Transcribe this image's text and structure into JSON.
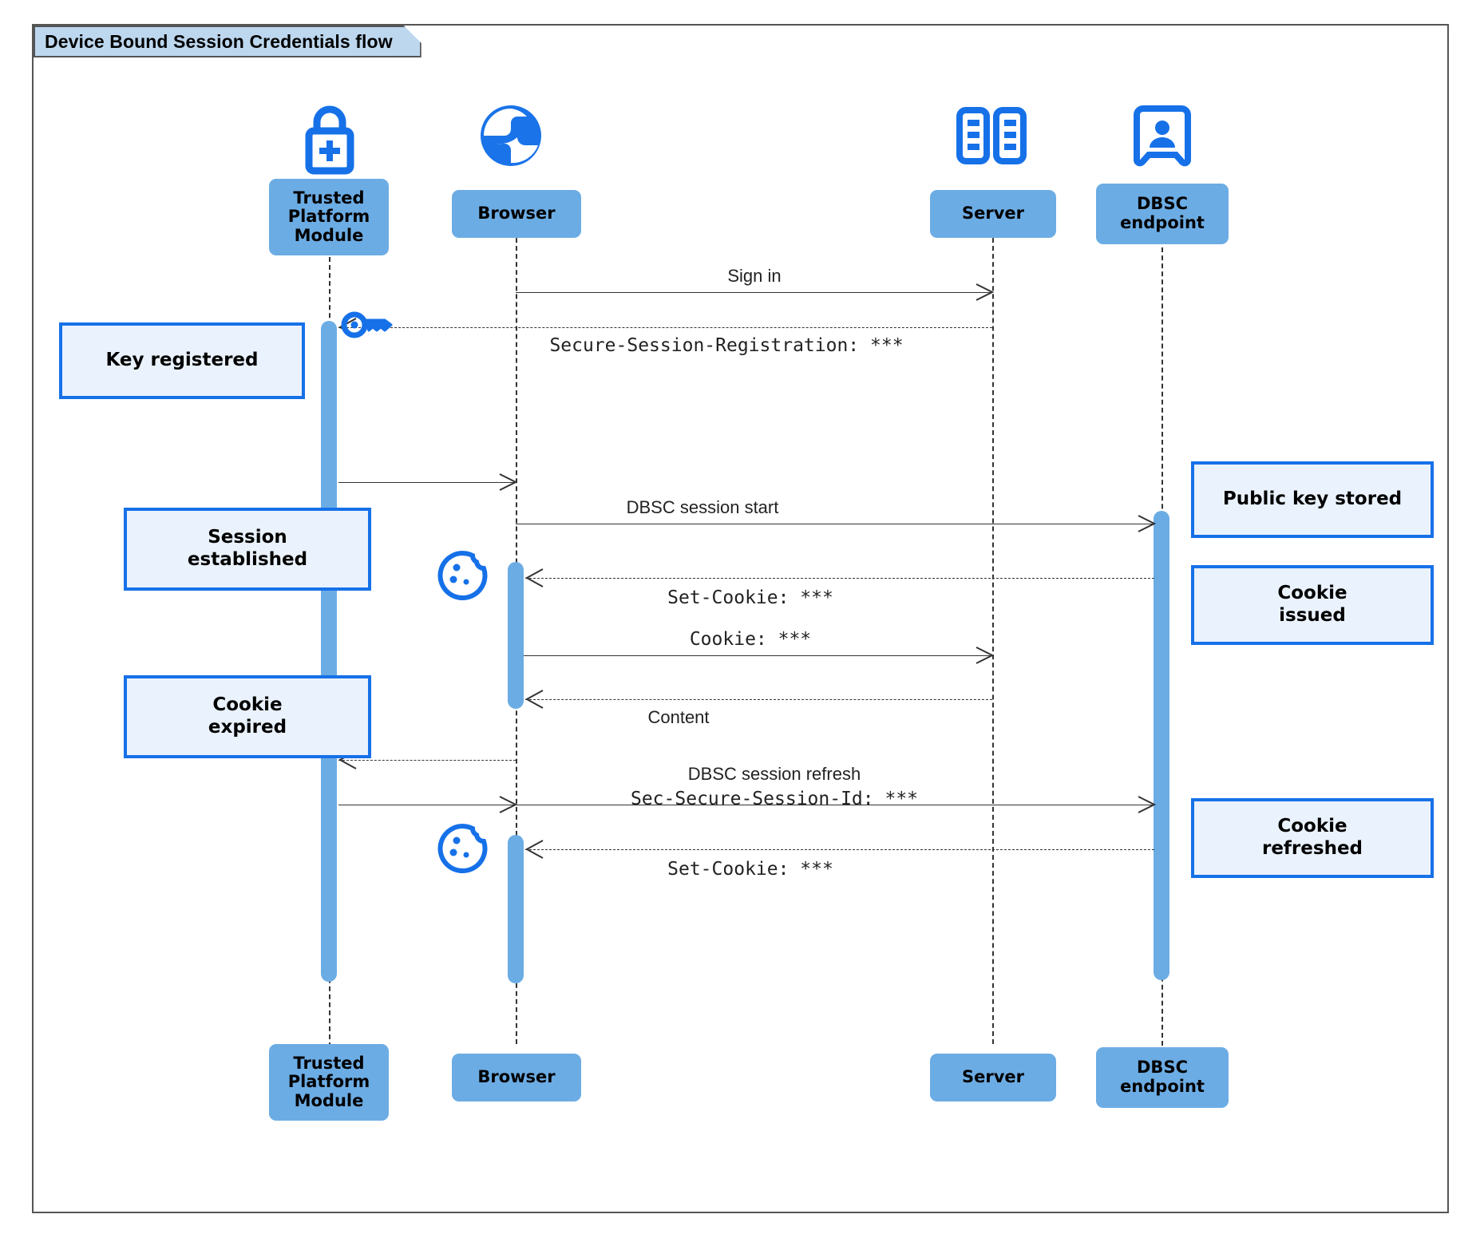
{
  "diagram": {
    "title": "Device Bound Session Credentials flow",
    "type": "uml-sequence-diagram",
    "accent_color": "#1671e8",
    "participant_fill": "#6cace4",
    "note_fill": "#eaf2fd",
    "note_border": "#1671e8",
    "title_tab_fill": "#bdd7ee"
  },
  "participants": [
    {
      "id": "tpm",
      "label": "Trusted\nPlatform\nModule",
      "icon": "lock-plus-icon"
    },
    {
      "id": "browser",
      "label": "Browser",
      "icon": "globe-icon"
    },
    {
      "id": "server",
      "label": "Server",
      "icon": "server-rack-icon"
    },
    {
      "id": "dbsc",
      "label": "DBSC\nendpoint",
      "icon": "id-badge-icon"
    }
  ],
  "messages": [
    {
      "id": "m1",
      "from": "browser",
      "to": "server",
      "style": "solid",
      "label_sans": "Sign in",
      "label_mono": ""
    },
    {
      "id": "m2",
      "from": "server",
      "to": "tpm",
      "style": "dashed",
      "label_sans": "",
      "label_mono": "Secure-Session-Registration: ***"
    },
    {
      "id": "m3",
      "from": "tpm",
      "to": "browser",
      "style": "solid",
      "label_sans": "",
      "label_mono": ""
    },
    {
      "id": "m4",
      "from": "browser",
      "to": "dbsc",
      "style": "solid",
      "label_sans": "DBSC session start",
      "label_mono": ""
    },
    {
      "id": "m5",
      "from": "dbsc",
      "to": "browser",
      "style": "dashed",
      "label_sans": "",
      "label_mono": "Set-Cookie: ***"
    },
    {
      "id": "m6",
      "from": "browser",
      "to": "server",
      "style": "solid",
      "label_sans": "",
      "label_mono": "Cookie: ***"
    },
    {
      "id": "m7",
      "from": "server",
      "to": "browser",
      "style": "dashed",
      "label_sans": "Content",
      "label_mono": ""
    },
    {
      "id": "m8",
      "from": "browser",
      "to": "tpm",
      "style": "dashed",
      "label_sans": "",
      "label_mono": ""
    },
    {
      "id": "m9",
      "from": "tpm",
      "to": "dbsc",
      "style": "solid",
      "label_sans": "DBSC session refresh",
      "label_mono": "Sec-Secure-Session-Id: ***"
    },
    {
      "id": "m10",
      "from": "dbsc",
      "to": "browser",
      "style": "dashed",
      "label_sans": "",
      "label_mono": "Set-Cookie: ***"
    }
  ],
  "notes": [
    {
      "id": "n1",
      "text": "Key registered",
      "side": "left"
    },
    {
      "id": "n2",
      "text": "Session\nestablished",
      "side": "left"
    },
    {
      "id": "n3",
      "text": "Cookie\nexpired",
      "side": "left"
    },
    {
      "id": "n4",
      "text": "Public key stored",
      "side": "right"
    },
    {
      "id": "n5",
      "text": "Cookie\nissued",
      "side": "right"
    },
    {
      "id": "n6",
      "text": "Cookie\nrefreshed",
      "side": "right"
    }
  ],
  "inline_icons": [
    {
      "id": "i1",
      "name": "key-icon",
      "near": "tpm"
    },
    {
      "id": "i2",
      "name": "cookie-icon",
      "near": "browser"
    },
    {
      "id": "i3",
      "name": "cookie-icon",
      "near": "browser"
    }
  ]
}
